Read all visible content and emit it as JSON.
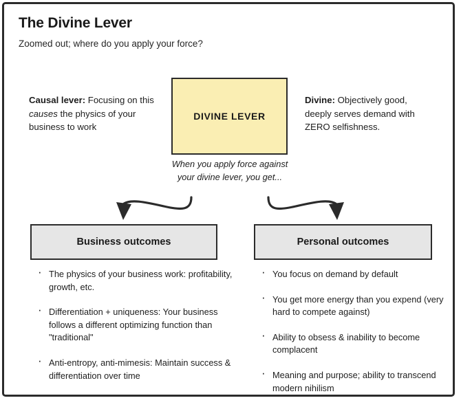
{
  "header": {
    "title": "The Divine Lever",
    "subtitle": "Zoomed out; where do you apply your force?"
  },
  "annotations": {
    "left": {
      "lead": "Causal lever:",
      "text_part1": " Focusing on this ",
      "emphasis": "causes",
      "text_part2": " the physics of your business to work"
    },
    "right": {
      "lead": "Divine:",
      "text": " Objectively good, deeply serves demand with ZERO selfishness."
    }
  },
  "lever": {
    "label": "DIVINE LEVER",
    "caption": "When you apply force against your divine lever, you get...",
    "fill_color": "#faeeb3",
    "border_color": "#2b2b2b"
  },
  "outcomes": [
    {
      "title": "Business outcomes",
      "fill_color": "#e6e6e6",
      "bullets": [
        "The physics of your business work: profitability, growth, etc.",
        "Differentiation + uniqueness: Your business follows a different optimizing function than \"traditional\"",
        "Anti-entropy, anti-mimesis: Maintain success & differentiation over time"
      ]
    },
    {
      "title": "Personal outcomes",
      "fill_color": "#e6e6e6",
      "bullets": [
        "You focus on demand by default",
        "You get more energy than you expend (very hard to compete against)",
        "Ability to obsess & inability to become complacent",
        "Meaning and purpose; ability to transcend modern nihilism"
      ]
    }
  ],
  "arrows": {
    "left_arrow_name": "arrow-to-business-outcomes",
    "right_arrow_name": "arrow-to-personal-outcomes",
    "color": "#2b2b2b"
  },
  "frame": {
    "border_color": "#2b2b2b",
    "background": "#ffffff"
  }
}
